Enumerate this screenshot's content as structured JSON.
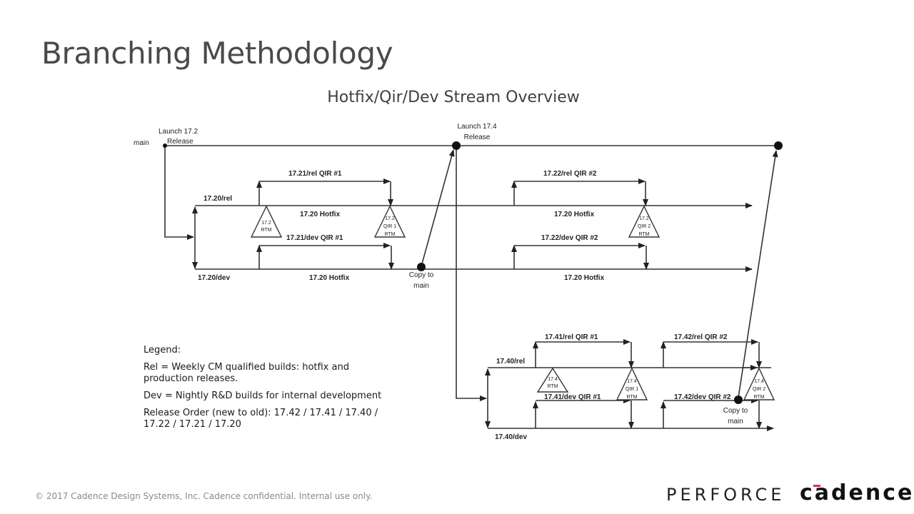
{
  "slide": {
    "title": "Branching Methodology",
    "subtitle": "Hotfix/Qir/Dev Stream Overview"
  },
  "diagram": {
    "labels": {
      "main": "main",
      "launch_172_line1": "Launch 17.2",
      "launch_172_line2": "Release",
      "launch_174_line1": "Launch 17.4",
      "launch_174_line2": "Release",
      "rel_1720": "17.20/rel",
      "dev_1720": "17.20/dev",
      "rel_qir1_1721": "17.21/rel QIR #1",
      "dev_qir1_1721": "17.21/dev QIR #1",
      "rel_qir2_1722": "17.22/rel QIR #2",
      "dev_qir2_1722": "17.22/dev QIR #2",
      "hotfix_rel_a": "17.20 Hotfix",
      "hotfix_rel_b": "17.20 Hotfix",
      "hotfix_dev_a": "17.20 Hotfix",
      "hotfix_dev_b": "17.20 Hotfix",
      "copy_main_1_line1": "Copy to",
      "copy_main_1_line2": "main",
      "rel_1740": "17.40/rel",
      "dev_1740": "17.40/dev",
      "rel_qir1_1741": "17.41/rel QIR #1",
      "dev_qir1_1741": "17.41/dev QIR #1",
      "rel_qir2_1742": "17.42/rel QIR #2",
      "dev_qir2_1742": "17.42/dev QIR #2",
      "copy_main_2_line1": "Copy to",
      "copy_main_2_line2": "main"
    },
    "milestones": [
      {
        "line1": "17.2",
        "line2": "RTM",
        "line3": ""
      },
      {
        "line1": "17.2",
        "line2": "QIR 1",
        "line3": "RTM"
      },
      {
        "line1": "17.2",
        "line2": "QIR 2",
        "line3": "RTM"
      },
      {
        "line1": "17.4",
        "line2": "RTM",
        "line3": ""
      },
      {
        "line1": "17.4",
        "line2": "QIR 1",
        "line3": "RTM"
      },
      {
        "line1": "17.4",
        "line2": "QIR 2",
        "line3": "RTM"
      }
    ]
  },
  "legend": {
    "heading": "Legend:",
    "rel": "Rel = Weekly CM qualified builds: hotfix and production releases.",
    "dev": "Dev = Nightly R&D builds for internal development",
    "order": "Release Order (new to old): 17.42 / 17.41 / 17.40 / 17.22 / 17.21 / 17.20"
  },
  "footer": {
    "copyright": "© 2017 Cadence Design Systems, Inc. Cadence confidential. Internal use only.",
    "logo_perforce": "PERFORCE",
    "logo_cadence": "cadence",
    "logo_cadence_mark": "®"
  }
}
